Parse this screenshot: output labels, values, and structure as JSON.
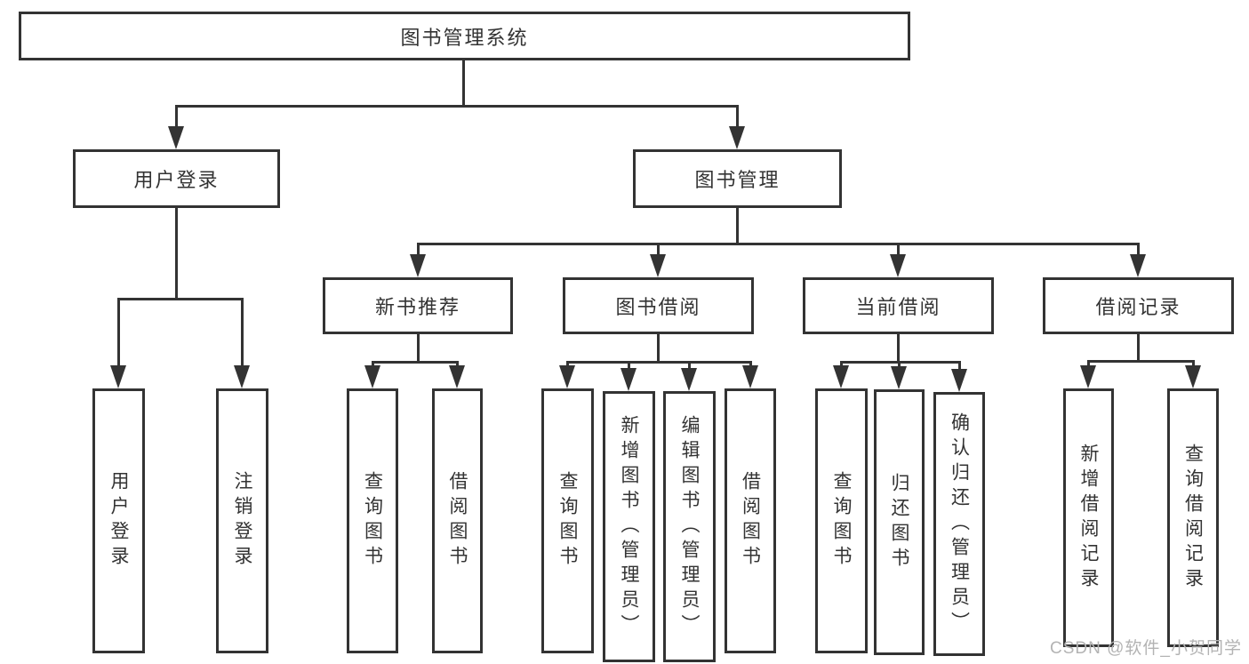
{
  "colors": {
    "line": "#333333",
    "text": "#333333",
    "box_background": "#ffffff",
    "page_background": "#ffffff",
    "watermark": "#b3b3b3"
  },
  "watermark": {
    "text": "CSDN @软件_小贺同学"
  },
  "tree": {
    "label": "图书管理系统",
    "children": [
      {
        "label": "用户登录",
        "children": [
          {
            "label": "用户登录"
          },
          {
            "label": "注销登录"
          }
        ]
      },
      {
        "label": "图书管理",
        "children": [
          {
            "label": "新书推荐",
            "children": [
              {
                "label": "查询图书"
              },
              {
                "label": "借阅图书"
              }
            ]
          },
          {
            "label": "图书借阅",
            "children": [
              {
                "label": "查询图书"
              },
              {
                "label": "新增图书（管理员）"
              },
              {
                "label": "编辑图书（管理员）"
              },
              {
                "label": "借阅图书"
              }
            ]
          },
          {
            "label": "当前借阅",
            "children": [
              {
                "label": "查询图书"
              },
              {
                "label": "归还图书"
              },
              {
                "label": "确认归还（管理员）"
              }
            ]
          },
          {
            "label": "借阅记录",
            "children": [
              {
                "label": "新增借阅记录"
              },
              {
                "label": "查询借阅记录"
              }
            ]
          }
        ]
      }
    ]
  }
}
